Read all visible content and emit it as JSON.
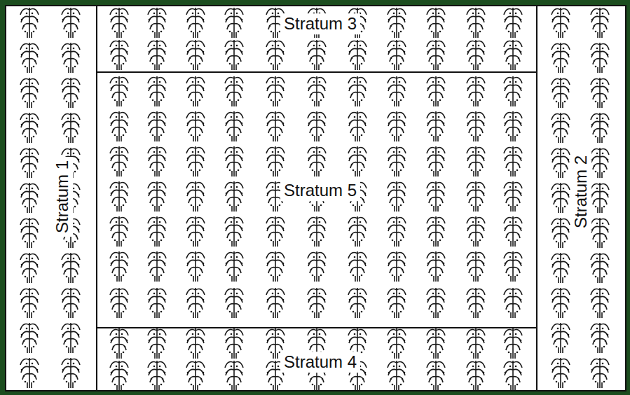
{
  "diagram": {
    "nodes": [
      {
        "text": [
          "Stratum 1"
        ]
      },
      {
        "text": [
          "Stratum 3"
        ]
      },
      {
        "text": [
          "Stratum 5"
        ]
      },
      {
        "text": [
          "Stratum 4"
        ]
      },
      {
        "text": [
          "Stratum 2"
        ]
      }
    ]
  }
}
